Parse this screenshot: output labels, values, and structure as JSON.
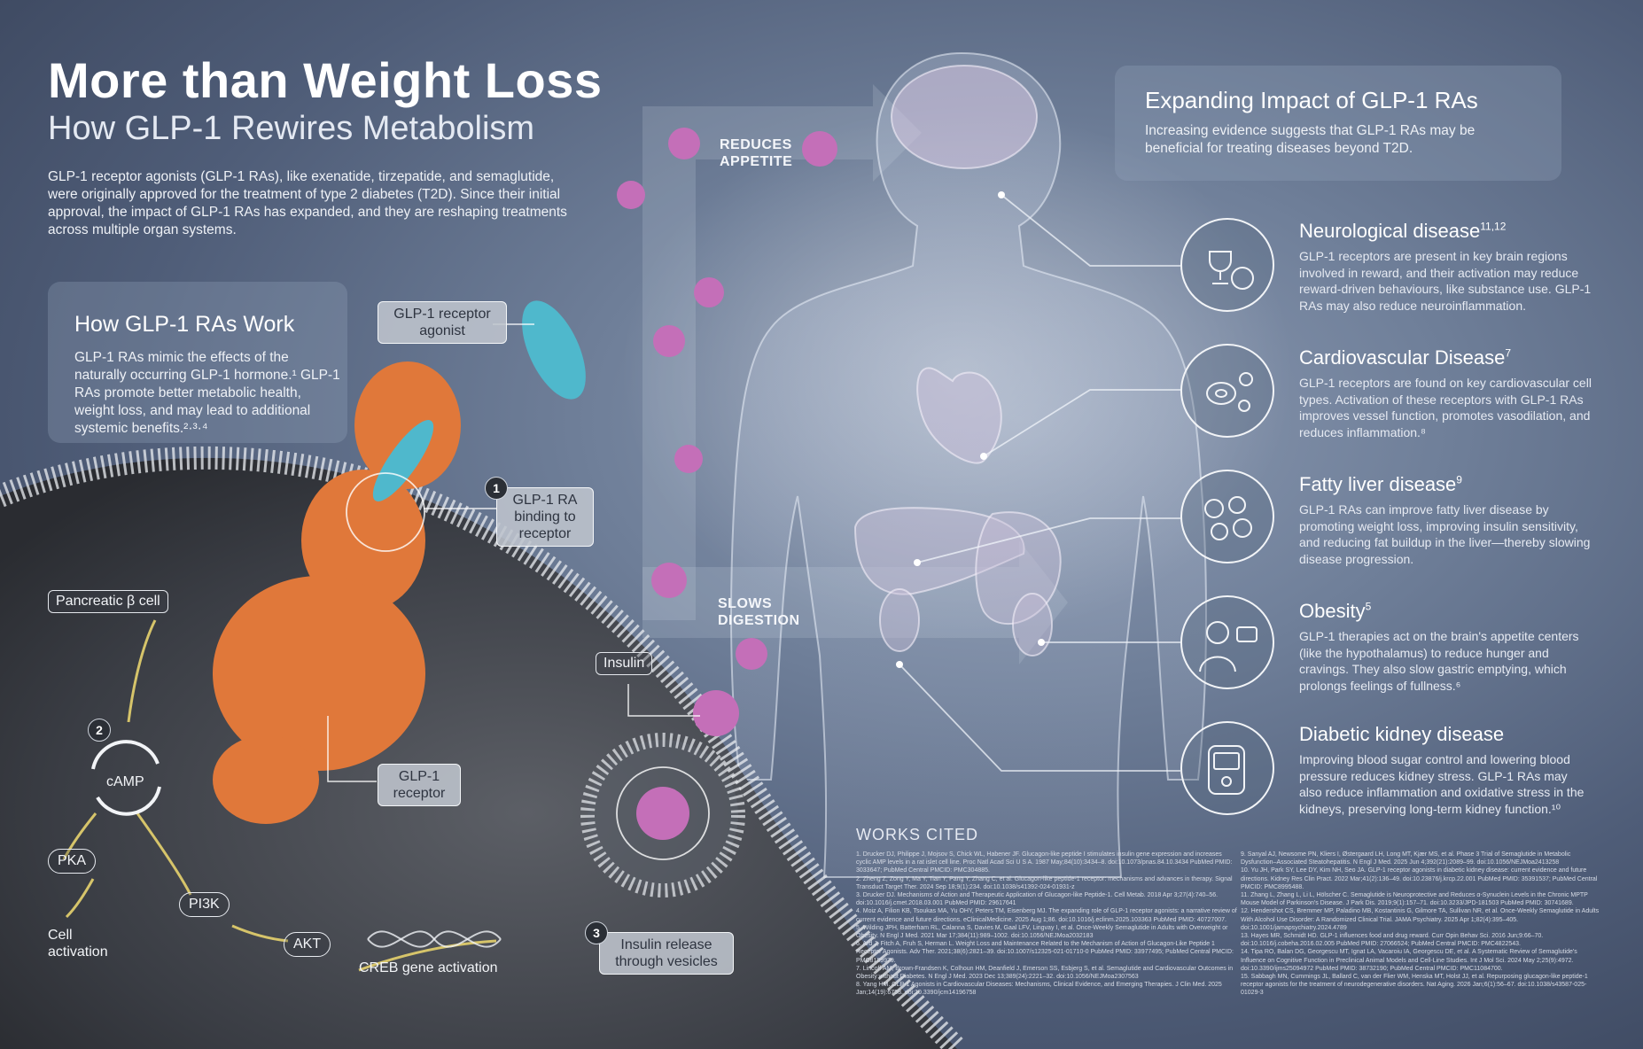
{
  "header": {
    "title": "More than Weight Loss",
    "subtitle": "How GLP-1 Rewires Metabolism",
    "intro": "GLP-1 receptor agonists (GLP-1 RAs), like exenatide, tirzepatide, and semaglutide, were originally approved for the treatment of type 2 diabetes (T2D). Since their initial approval, the impact of GLP-1 RAs has expanded, and they are reshaping treatments across multiple organ systems."
  },
  "how_it_works": {
    "heading": "How GLP-1 RAs Work",
    "body": "GLP-1 RAs mimic the effects of the naturally occurring GLP-1 hormone.¹ GLP-1 RAs promote better metabolic health, weight loss, and may lead to additional systemic benefits.²·³·⁴"
  },
  "expanding": {
    "heading": "Expanding Impact of GLP-1 RAs",
    "body": "Increasing evidence suggests that GLP-1 RAs may be beneficial for treating diseases beyond T2D."
  },
  "diagram_labels": {
    "agonist": "GLP-1 receptor agonist",
    "binding": "GLP-1 RA binding to receptor",
    "receptor": "GLP-1 receptor",
    "beta_cell": "Pancreatic β cell",
    "insulin": "Insulin",
    "release": "Insulin release through vesicles",
    "camp": "cAMP",
    "pka": "PKA",
    "pi3k": "PI3K",
    "akt": "AKT",
    "cell_activation": "Cell activation",
    "creb": "CREB gene activation",
    "step1": "1",
    "step2": "2",
    "step3": "3",
    "reduces_appetite": "REDUCES APPETITE",
    "slows_digestion": "SLOWS DIGESTION"
  },
  "diseases": [
    {
      "title": "Neurological disease",
      "sup": "11,12",
      "body": "GLP-1 receptors are present in key brain regions involved in reward, and their activation may reduce reward-driven behaviours, like substance use. GLP-1 RAs may also reduce neuroinflammation."
    },
    {
      "title": "Cardiovascular Disease",
      "sup": "7",
      "body": "GLP-1 receptors are found on key cardiovascular cell types. Activation of these receptors with GLP-1 RAs improves vessel function, promotes vasodilation, and reduces inflammation.⁸"
    },
    {
      "title": "Fatty liver disease",
      "sup": "9",
      "body": "GLP-1 RAs can improve fatty liver disease by promoting weight loss, improving insulin sensitivity, and reducing fat buildup in the liver—thereby slowing disease progression."
    },
    {
      "title": "Obesity",
      "sup": "5",
      "body": "GLP-1 therapies act on the brain's appetite centers (like the hypothalamus) to reduce hunger and cravings. They also slow gastric emptying, which prolongs feelings of fullness.⁶"
    },
    {
      "title": "Diabetic kidney disease",
      "sup": "",
      "body": "Improving blood sugar control and lowering blood pressure reduces kidney stress. GLP-1 RAs may also reduce inflammation and oxidative stress in the kidneys, preserving long-term kidney function.¹⁰"
    }
  ],
  "icon_names": [
    "reward-brain-icon",
    "heart-cells-icon",
    "liver-cells-icon",
    "obesity-person-icon",
    "glucometer-icon"
  ],
  "works_cited": {
    "heading": "WORKS CITED",
    "left": "1.  Drucker DJ, Philippe J, Mojsov S, Chick WL, Habener JF. Glucagon-like peptide I stimulates insulin gene expression and increases cyclic AMP levels in a rat islet cell line. Proc Natl Acad Sci U S A. 1987 May;84(10):3434–8. doi:10.1073/pnas.84.10.3434 PubMed PMID: 3033647; PubMed Central PMCID: PMC304885.\n2.  Zheng Z, Zong Y, Ma Y, Tian Y, Pang Y, Zhang C, et al. Glucagon-like peptide-1 receptor: mechanisms and advances in therapy. Signal Transduct Target Ther. 2024 Sep 18;9(1):234. doi:10.1038/s41392-024-01931-z\n3.  Drucker DJ. Mechanisms of Action and Therapeutic Application of Glucagon-like Peptide-1. Cell Metab. 2018 Apr 3;27(4):740–56. doi:10.1016/j.cmet.2018.03.001 PubMed PMID: 29617641\n4.  Moiz A, Filion KB, Tsoukas MA, Yu OHY, Peters TM, Eisenberg MJ. The expanding role of GLP-1 receptor agonists: a narrative review of current evidence and future directions. eClinicalMedicine. 2025 Aug 1;86. doi:10.1016/j.eclinm.2025.103363 PubMed PMID: 40727007.\n5.  Wilding JPH, Batterham RL, Calanna S, Davies M, Gaal LFV, Lingvay I, et al. Once-Weekly Semaglutide in Adults with Overweight or Obesity. N Engl J Med. 2021 Mar 17;384(11):989–1002. doi:10.1056/NEJMoa2032183\n6.  Ard J, Fitch A, Fruh S, Herman L. Weight Loss and Maintenance Related to the Mechanism of Action of Glucagon-Like Peptide 1 Receptor Agonists. Adv Ther. 2021;38(6):2821–39. doi:10.1007/s12325-021-01710-0 PubMed PMID: 33977495; PubMed Central PMCID: PMC8189979.\n7.  Lincoff AM, Brown-Frandsen K, Colhoun HM, Deanfield J, Emerson SS, Esbjerg S, et al. Semaglutide and Cardiovascular Outcomes in Obesity without Diabetes. N Engl J Med. 2023 Dec 13;389(24):2221–32. doi:10.1056/NEJMoa2307563\n8.  Yang HM. GLP-1 Agonists in Cardiovascular Diseases: Mechanisms, Clinical Evidence, and Emerging Therapies. J Clin Med. 2025 Jan;14(19):6758. doi:10.3390/jcm14196758",
    "right": "9.  Sanyal AJ, Newsome PN, Kliers I, Østergaard LH, Long MT, Kjær MS, et al. Phase 3 Trial of Semaglutide in Metabolic Dysfunction–Associated Steatohepatitis. N Engl J Med. 2025 Jun 4;392(21):2089–99. doi:10.1056/NEJMoa2413258\n10. Yu JH, Park SY, Lee DY, Kim NH, Seo JA. GLP-1 receptor agonists in diabetic kidney disease: current evidence and future directions. Kidney Res Clin Pract. 2022 Mar;41(2):136–49. doi:10.23876/j.krcp.22.001 PubMed PMID: 35391537; PubMed Central PMCID: PMC8995488.\n11. Zhang L, Zhang L, Li L, Hölscher C. Semaglutide is Neuroprotective and Reduces α-Synuclein Levels in the Chronic MPTP Mouse Model of Parkinson's Disease. J Park Dis. 2019;9(1):157–71. doi:10.3233/JPD-181503 PubMed PMID: 30741689.\n12. Hendershot CS, Bremmer MP, Paladino MB, Kostantinis G, Gilmore TA, Sullivan NR, et al. Once-Weekly Semaglutide in Adults With Alcohol Use Disorder: A Randomized Clinical Trial. JAMA Psychiatry. 2025 Apr 1;82(4):395–405. doi:10.1001/jamapsychiatry.2024.4789\n13. Hayes MR, Schmidt HD. GLP-1 influences food and drug reward. Curr Opin Behav Sci. 2016 Jun;9:66–70. doi:10.1016/j.cobeha.2016.02.005 PubMed PMID: 27066524; PubMed Central PMCID: PMC4822543.\n14. Tipa RO, Balan DG, Georgescu MT, Ignat LA, Vacaroiu IA, Georgescu DE, et al. A Systematic Review of Semaglutide's Influence on Cognitive Function in Preclinical Animal Models and Cell-Line Studies. Int J Mol Sci. 2024 May 2;25(9):4972. doi:10.3390/ijms25094972 PubMed PMID: 38732190; PubMed Central PMCID: PMC11084700.\n15. Sabbagh MN, Cummings JL, Ballard C, van der Flier WM, Henska MT, Holst JJ, et al. Repurposing glucagon-like peptide-1 receptor agonists for the treatment of neurodegenerative disorders. Nat Aging. 2026 Jan;6(1):56–67. doi:10.1038/s43587-025-01029-3"
  }
}
